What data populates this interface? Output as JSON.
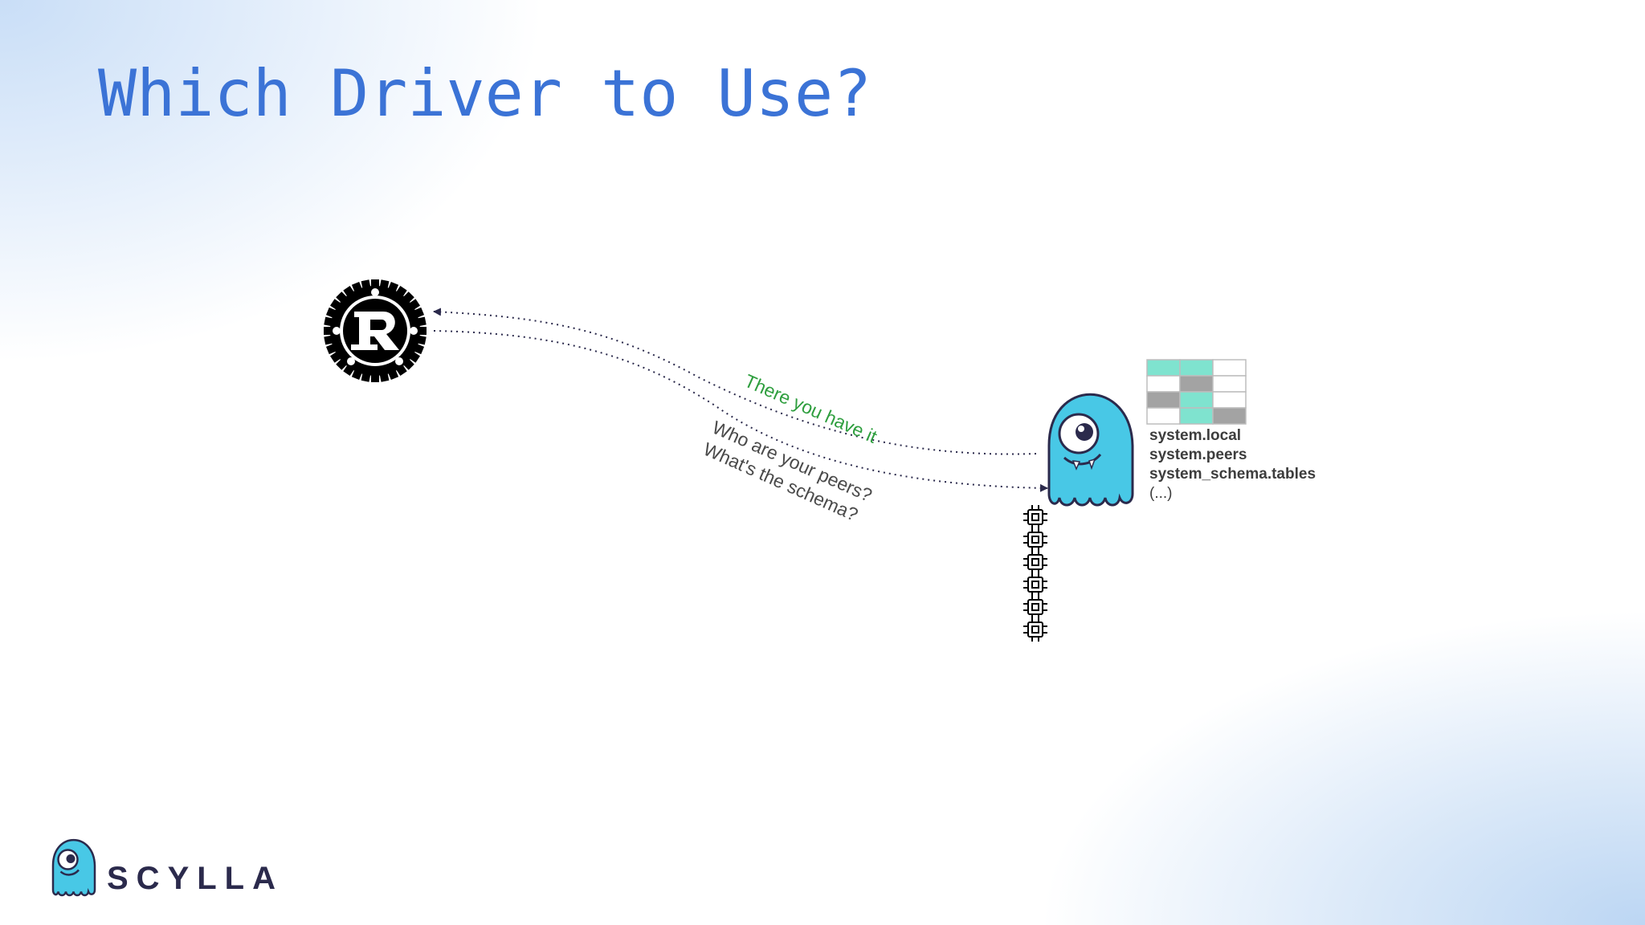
{
  "slide": {
    "title": "Which Driver to Use?"
  },
  "diagram": {
    "response_label": "There you have it",
    "request_line_1": "Who are your peers?",
    "request_line_2": "What's the schema?",
    "system_tables": [
      "system.local",
      "system.peers",
      "system_schema.tables",
      "(...)"
    ],
    "colors": {
      "title": "#3b73d6",
      "response": "#2e9e3e",
      "request": "#4a4a4a",
      "arrow": "#2b2a4c",
      "mascot": "#48c8e6",
      "teal_cell": "#7fe3cf",
      "gray_cell": "#a3a3a3"
    },
    "icons": [
      "rust-logo-icon",
      "scylla-mascot-icon",
      "data-table-icon",
      "cpu-chip-icon"
    ]
  },
  "footer": {
    "brand": "SCYLLA"
  }
}
